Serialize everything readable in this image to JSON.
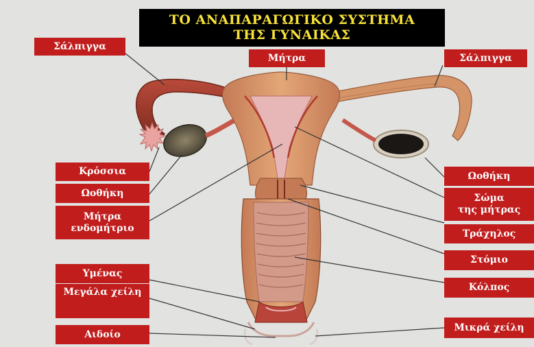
{
  "title": {
    "line1": "ΤΟ ΑΝΑΠΑΡΑΓΩΓΙΚΟ ΣΥΣΤΗΜΑ",
    "line2": "ΤΗΣ ΓΥΝΑΙΚΑΣ"
  },
  "labels": {
    "salpinx_left": "Σάλπιγγα",
    "salpinx_right": "Σάλπιγγα",
    "uterus_top": "Μήτρα",
    "fimbriae": "Κρόσσια",
    "ovary_left": "Ωοθήκη",
    "ovary_right": "Ωοθήκη",
    "endometrium_line1": "Μήτρα",
    "endometrium_line2": "ενδομήτριο",
    "uterus_body_line1": "Σώμα",
    "uterus_body_line2": "της μήτρας",
    "cervix": "Τράχηλος",
    "os": "Στόμιο",
    "vagina": "Κόλπος",
    "hymen": "Υμένας",
    "labia_majora": "Μεγάλα χείλη",
    "labia_minora": "Μικρά χείλη",
    "vulva": "Αιδοίο"
  },
  "colors": {
    "label_bg": "#c11d1d",
    "label_text": "#ffffff",
    "title_bg": "#000000",
    "title_text": "#f7e23a",
    "background": "#e2e2e0"
  }
}
